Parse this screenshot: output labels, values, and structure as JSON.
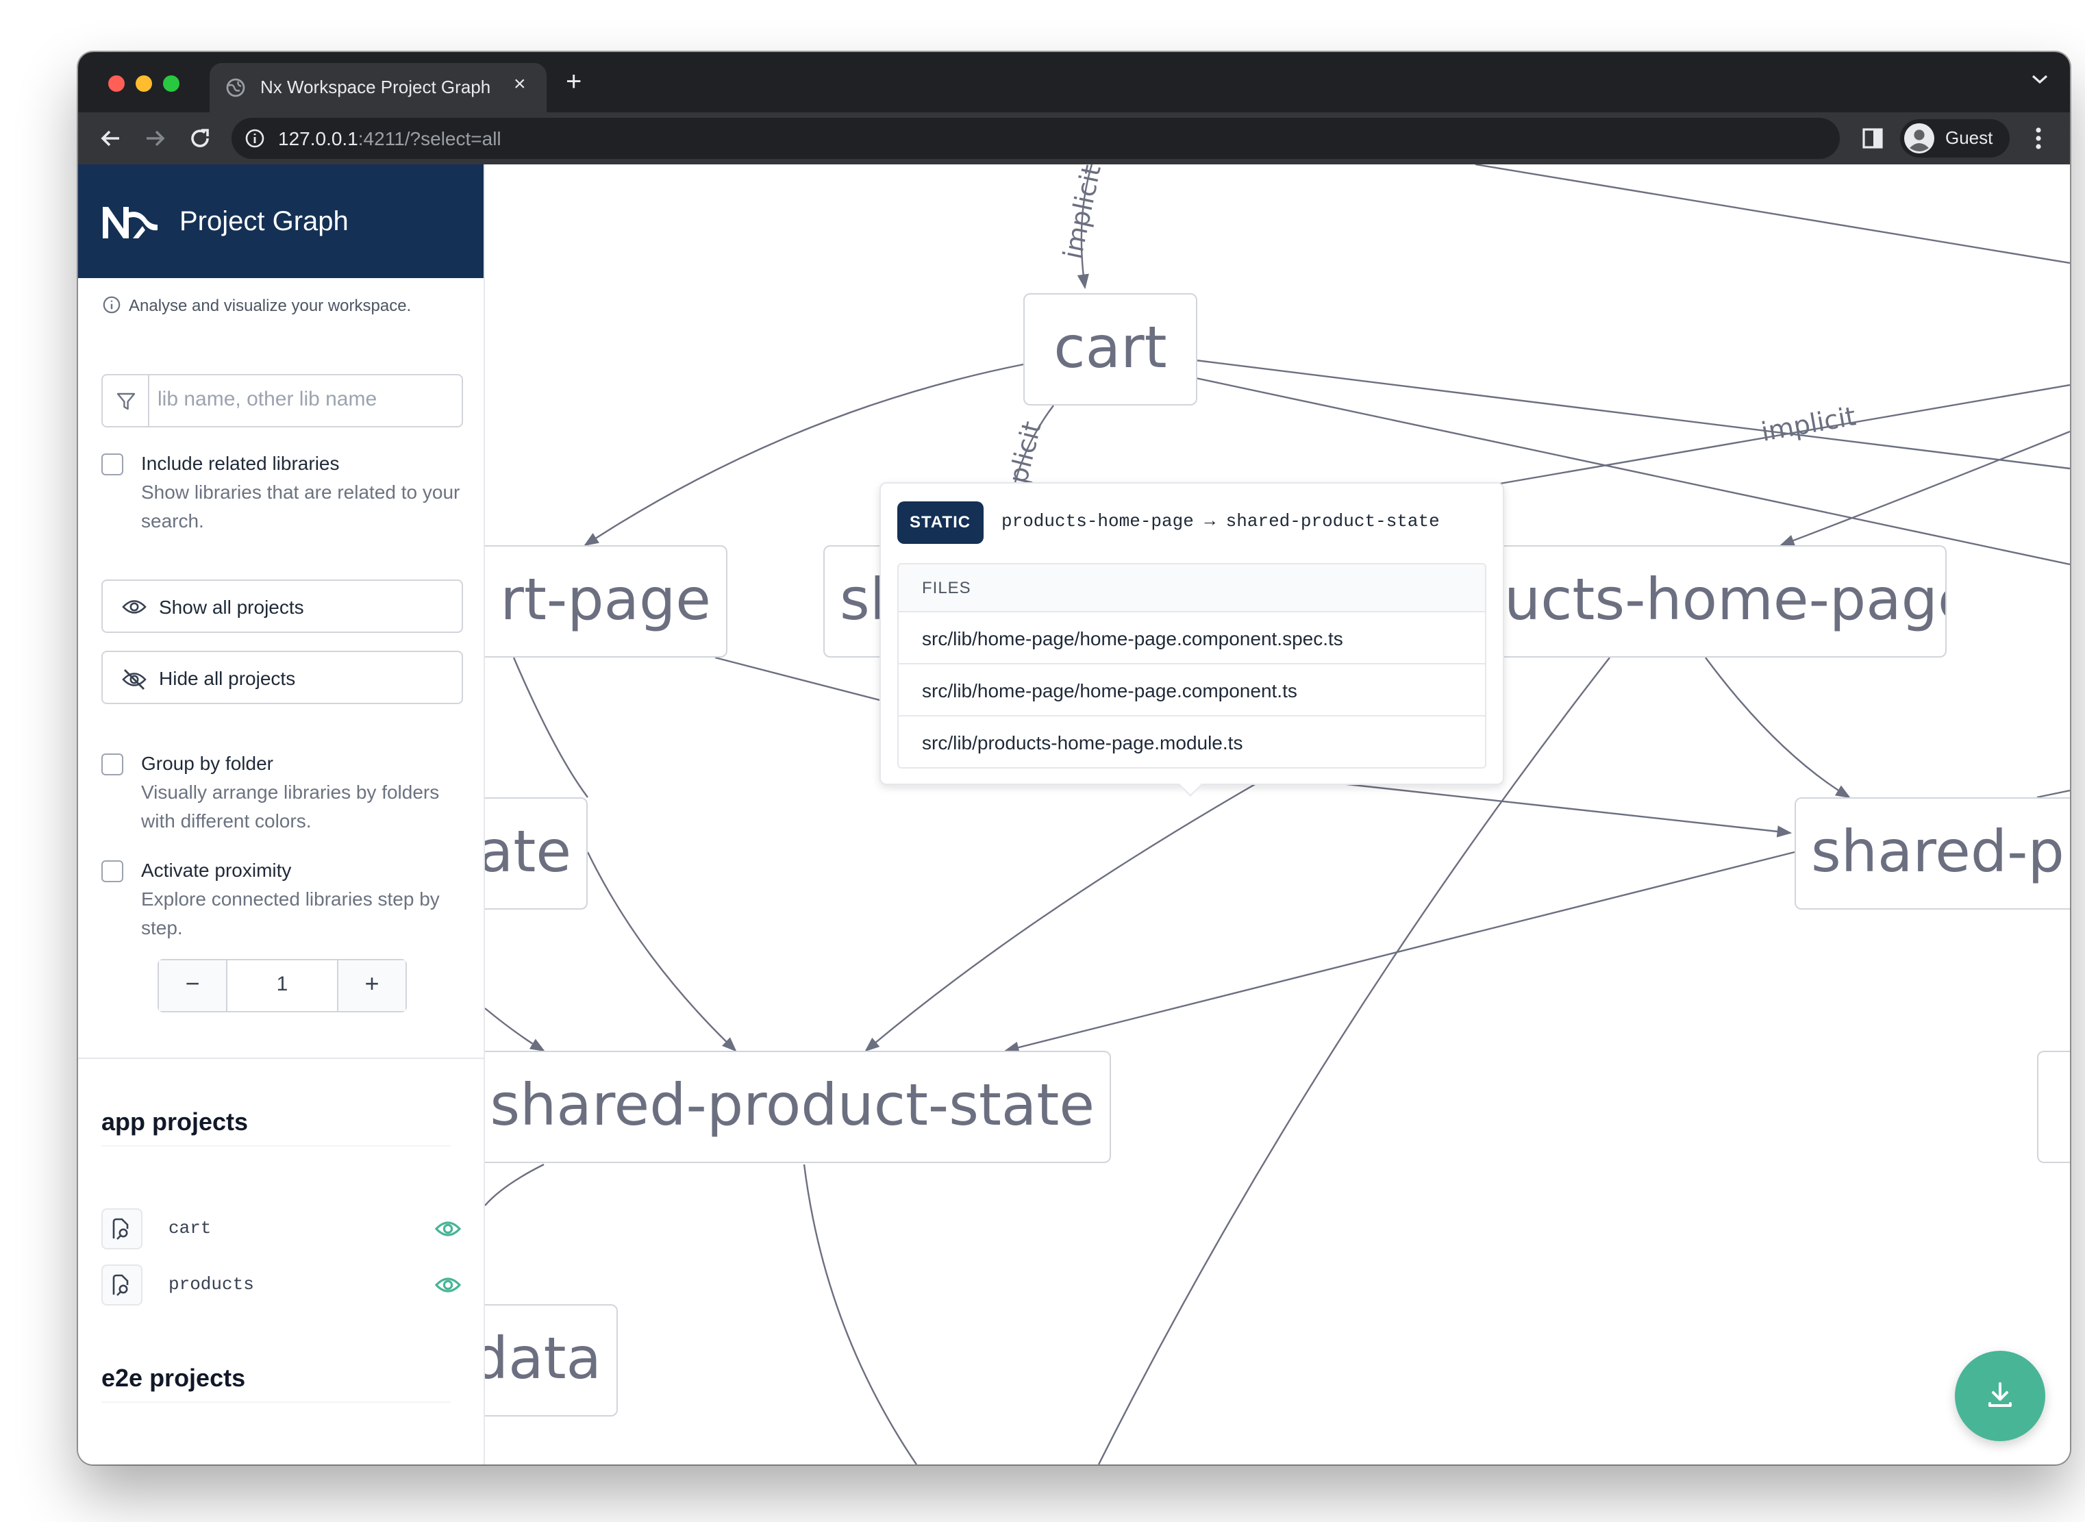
{
  "browser": {
    "tab_title": "Nx Workspace Project Graph",
    "tab_close": "×",
    "new_tab": "+",
    "url_host": "127.0.0.1",
    "url_rest": ":4211/?select=all",
    "profile_name": "Guest"
  },
  "sidebar": {
    "brand_title": "Project Graph",
    "info_text": "Analyse and visualize your workspace.",
    "search_placeholder": "lib name, other lib name",
    "search_value": "",
    "include_related": {
      "label": "Include related libraries",
      "description": "Show libraries that are related to your search.",
      "checked": false
    },
    "show_all_label": "Show all projects",
    "hide_all_label": "Hide all projects",
    "group_by_folder": {
      "label": "Group by folder",
      "description": "Visually arrange libraries by folders with different colors.",
      "checked": false
    },
    "activate_proximity": {
      "label": "Activate proximity",
      "description": "Explore connected libraries step by step.",
      "checked": false
    },
    "stepper": {
      "minus": "−",
      "value": "1",
      "plus": "+"
    },
    "app_section_title": "app projects",
    "app_projects": [
      {
        "name": "cart",
        "visible": true
      },
      {
        "name": "products",
        "visible": true
      }
    ],
    "e2e_section_title": "e2e projects"
  },
  "graph": {
    "nodes": {
      "cart": "cart",
      "cart_page": "rt-page",
      "shared_partial": "sl",
      "products_home_page": "ucts-home-page",
      "state_partial": "ate",
      "shared_p": "shared-p",
      "shared_product_state": "shared-product-state",
      "data_partial": "data",
      "right_edge_stub": ""
    },
    "edge_labels": {
      "implicit_top": "implicit",
      "implicit_mid": "plicit",
      "implicit_right": "implicit"
    }
  },
  "tooltip": {
    "badge": "STATIC",
    "edge": "products-home-page → shared-product-state",
    "files_header": "FILES",
    "files": [
      "src/lib/home-page/home-page.component.spec.ts",
      "src/lib/home-page/home-page.component.ts",
      "src/lib/products-home-page.module.ts"
    ]
  },
  "colors": {
    "brand": "#143055",
    "accent": "#48b597",
    "node_border": "#d1d5db",
    "edge": "#6b6f80"
  },
  "icons": {
    "filter": "filter-icon",
    "eye": "eye-icon",
    "eye_off": "eye-off-icon",
    "download": "download-icon",
    "project": "project-icon"
  }
}
